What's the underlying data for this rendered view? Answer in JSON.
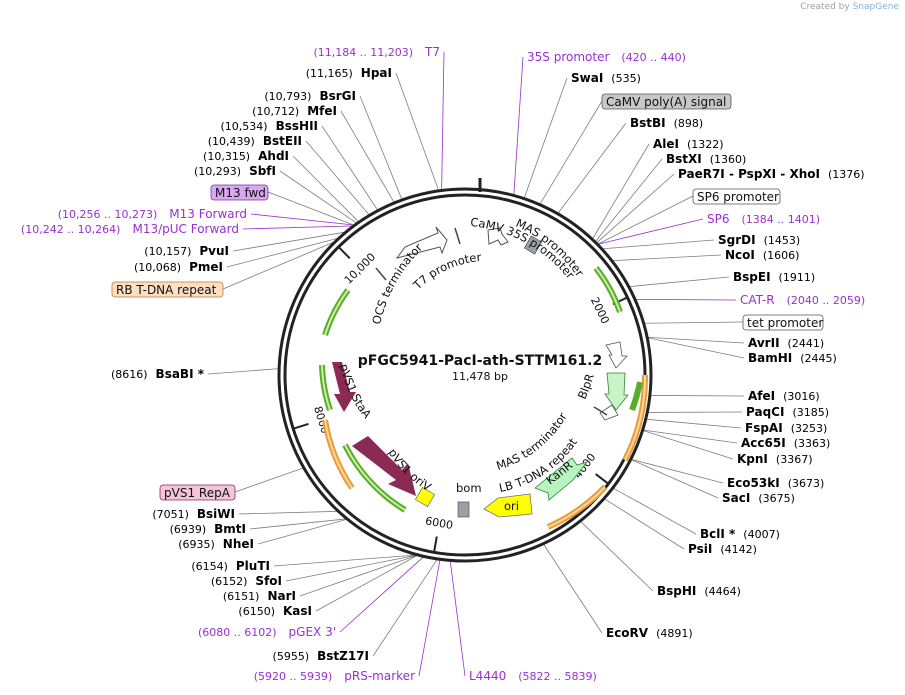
{
  "credit": {
    "prefix": "Created by",
    "brand": "SnapGene"
  },
  "plasmid": {
    "name": "pFGC5941-PacI-ath-STTM161.2",
    "size_label": "11,478 bp",
    "total_bp": 11478
  },
  "colors": {
    "enzyme": "#000000",
    "primer": "#9b2fcf",
    "line": "#7d7d7d",
    "ori": "#ffff00",
    "kanr": "#b6f5c0",
    "marker_red": "#8b2a55",
    "green": "#5aab2e",
    "orange": "#e89d3a"
  },
  "ticks": [
    {
      "label": "2000",
      "bp": 2000
    },
    {
      "label": "4000",
      "bp": 4000
    },
    {
      "label": "6000",
      "bp": 6000
    },
    {
      "label": "8000",
      "bp": 8000
    },
    {
      "label": "10,000",
      "bp": 10000
    }
  ],
  "enzymes_left": [
    {
      "name": "HpaI",
      "pos": "(11,165)",
      "bp": 11165
    },
    {
      "name": "BsrGI",
      "pos": "(10,793)",
      "bp": 10793
    },
    {
      "name": "MfeI",
      "pos": "(10,712)",
      "bp": 10712
    },
    {
      "name": "BssHII",
      "pos": "(10,534)",
      "bp": 10534
    },
    {
      "name": "BstEII",
      "pos": "(10,439)",
      "bp": 10439
    },
    {
      "name": "AhdI",
      "pos": "(10,315)",
      "bp": 10315
    },
    {
      "name": "SbfI",
      "pos": "(10,293)",
      "bp": 10293
    },
    {
      "name": "PvuI",
      "pos": "(10,157)",
      "bp": 10157
    },
    {
      "name": "PmeI",
      "pos": "(10,068)",
      "bp": 10068
    },
    {
      "name": "BsaBI *",
      "pos": "(8616)",
      "bp": 8616
    },
    {
      "name": "BsiWI",
      "pos": "(7051)",
      "bp": 7051
    },
    {
      "name": "BmtI",
      "pos": "(6939)",
      "bp": 6939
    },
    {
      "name": "NheI",
      "pos": "(6935)",
      "bp": 6935
    },
    {
      "name": "PluTI",
      "pos": "(6154)",
      "bp": 6154
    },
    {
      "name": "SfoI",
      "pos": "(6152)",
      "bp": 6152
    },
    {
      "name": "NarI",
      "pos": "(6151)",
      "bp": 6151
    },
    {
      "name": "KasI",
      "pos": "(6150)",
      "bp": 6150
    },
    {
      "name": "BstZ17I",
      "pos": "(5955)",
      "bp": 5955
    }
  ],
  "enzymes_right": [
    {
      "name": "SwaI",
      "pos": "(535)",
      "bp": 535
    },
    {
      "name": "BstBI",
      "pos": "(898)",
      "bp": 898
    },
    {
      "name": "AleI",
      "pos": "(1322)",
      "bp": 1322
    },
    {
      "name": "BstXI",
      "pos": "(1360)",
      "bp": 1360
    },
    {
      "name": "PaeR7I - PspXI - XhoI",
      "pos": "(1376)",
      "bp": 1376
    },
    {
      "name": "SgrDI",
      "pos": "(1453)",
      "bp": 1453
    },
    {
      "name": "NcoI",
      "pos": "(1606)",
      "bp": 1606
    },
    {
      "name": "BspEI",
      "pos": "(1911)",
      "bp": 1911
    },
    {
      "name": "AvrII",
      "pos": "(2441)",
      "bp": 2441
    },
    {
      "name": "BamHI",
      "pos": "(2445)",
      "bp": 2445
    },
    {
      "name": "AfeI",
      "pos": "(3016)",
      "bp": 3016
    },
    {
      "name": "PaqCI",
      "pos": "(3185)",
      "bp": 3185
    },
    {
      "name": "FspAI",
      "pos": "(3253)",
      "bp": 3253
    },
    {
      "name": "Acc65I",
      "pos": "(3363)",
      "bp": 3363
    },
    {
      "name": "KpnI",
      "pos": "(3367)",
      "bp": 3367
    },
    {
      "name": "Eco53kI",
      "pos": "(3673)",
      "bp": 3673
    },
    {
      "name": "SacI",
      "pos": "(3675)",
      "bp": 3675
    },
    {
      "name": "BclI *",
      "pos": "(4007)",
      "bp": 4007
    },
    {
      "name": "PsiI",
      "pos": "(4142)",
      "bp": 4142
    },
    {
      "name": "BspHI",
      "pos": "(4464)",
      "bp": 4464
    },
    {
      "name": "EcoRV",
      "pos": "(4891)",
      "bp": 4891
    }
  ],
  "primers": [
    {
      "name": "T7",
      "range": "(11,184 .. 11,203)",
      "bp": 11193
    },
    {
      "name": "35S promoter",
      "range": "(420 .. 440)",
      "bp": 430
    },
    {
      "name": "SP6",
      "range": "(1384 .. 1401)",
      "bp": 1392
    },
    {
      "name": "CAT-R",
      "range": "(2040 .. 2059)",
      "bp": 2050
    },
    {
      "name": "M13 Forward",
      "range": "(10,256 .. 10,273)",
      "bp": 10265
    },
    {
      "name": "M13/pUC Forward",
      "range": "(10,242 .. 10,264)",
      "bp": 10253
    },
    {
      "name": "pGEX 3'",
      "range": "(6080 .. 6102)",
      "bp": 6091
    },
    {
      "name": "pRS-marker",
      "range": "(5920 .. 5939)",
      "bp": 5930
    },
    {
      "name": "L4440",
      "range": "(5822 .. 5839)",
      "bp": 5830
    }
  ],
  "boxed_features": [
    {
      "name": "CaMV poly(A) signal",
      "bp": 700
    },
    {
      "name": "SP6 promoter",
      "bp": 1392
    },
    {
      "name": "tet promoter",
      "bp": 2300
    },
    {
      "name": "M13 fwd",
      "bp": 10262
    },
    {
      "name": "RB T-DNA repeat",
      "bp": 10020
    },
    {
      "name": "pVS1 RepA",
      "bp": 7600
    }
  ],
  "inner_features": [
    "CaMV 35S promoter",
    "MAS promoter",
    "BlpR",
    "MAS terminator",
    "LB T-DNA repeat",
    "KanR",
    "ori",
    "bom",
    "pVS1 oriV",
    "pVS1 StaA",
    "OCS terminator",
    "T7 promoter"
  ]
}
